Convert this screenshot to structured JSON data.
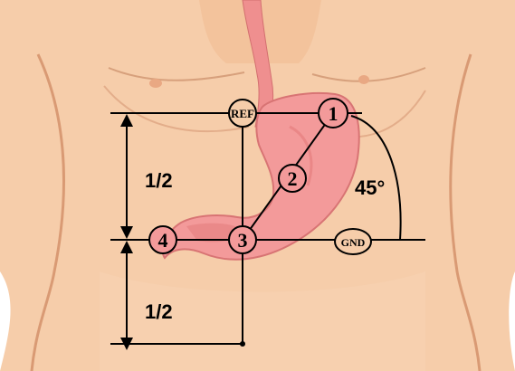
{
  "colors": {
    "background": "#ffffff",
    "skin": "#f4c8a4",
    "skin_shadow": "#e2a57e",
    "stomach": "#f39a9a",
    "stomach_dark": "#e07a7a",
    "esophagus": "#ef8f8f",
    "line": "#000000"
  },
  "electrodes": [
    {
      "id": "ref",
      "label": "REF"
    },
    {
      "id": "e1",
      "label": "1"
    },
    {
      "id": "e2",
      "label": "2"
    },
    {
      "id": "e3",
      "label": "3"
    },
    {
      "id": "e4",
      "label": "4"
    },
    {
      "id": "gnd",
      "label": "GND"
    }
  ],
  "measurements": {
    "upper_fraction": "1/2",
    "lower_fraction": "1/2",
    "angle": "45°"
  }
}
